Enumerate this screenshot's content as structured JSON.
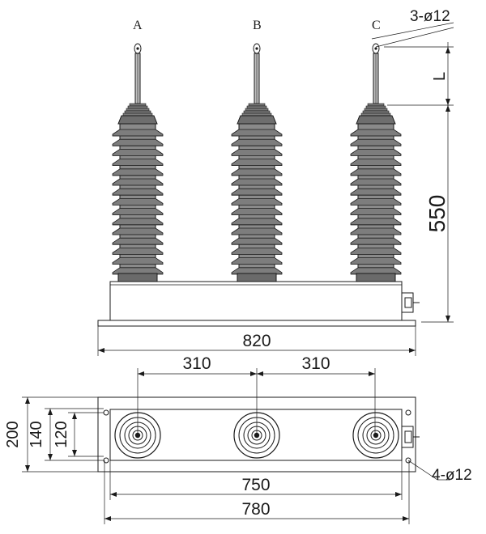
{
  "phases": [
    {
      "label": "A"
    },
    {
      "label": "B"
    },
    {
      "label": "C"
    }
  ],
  "dimensions": {
    "terminal_holes": "3-ø12",
    "terminal_length": "L",
    "height": "550",
    "base_length_front": "820",
    "spacing_left": "310",
    "spacing_right": "310",
    "depth_outer": "200",
    "depth_mid": "140",
    "depth_inner": "120",
    "mounting_holes": "4-ø12",
    "hole_span_length": "750",
    "base_length_plan": "780"
  }
}
